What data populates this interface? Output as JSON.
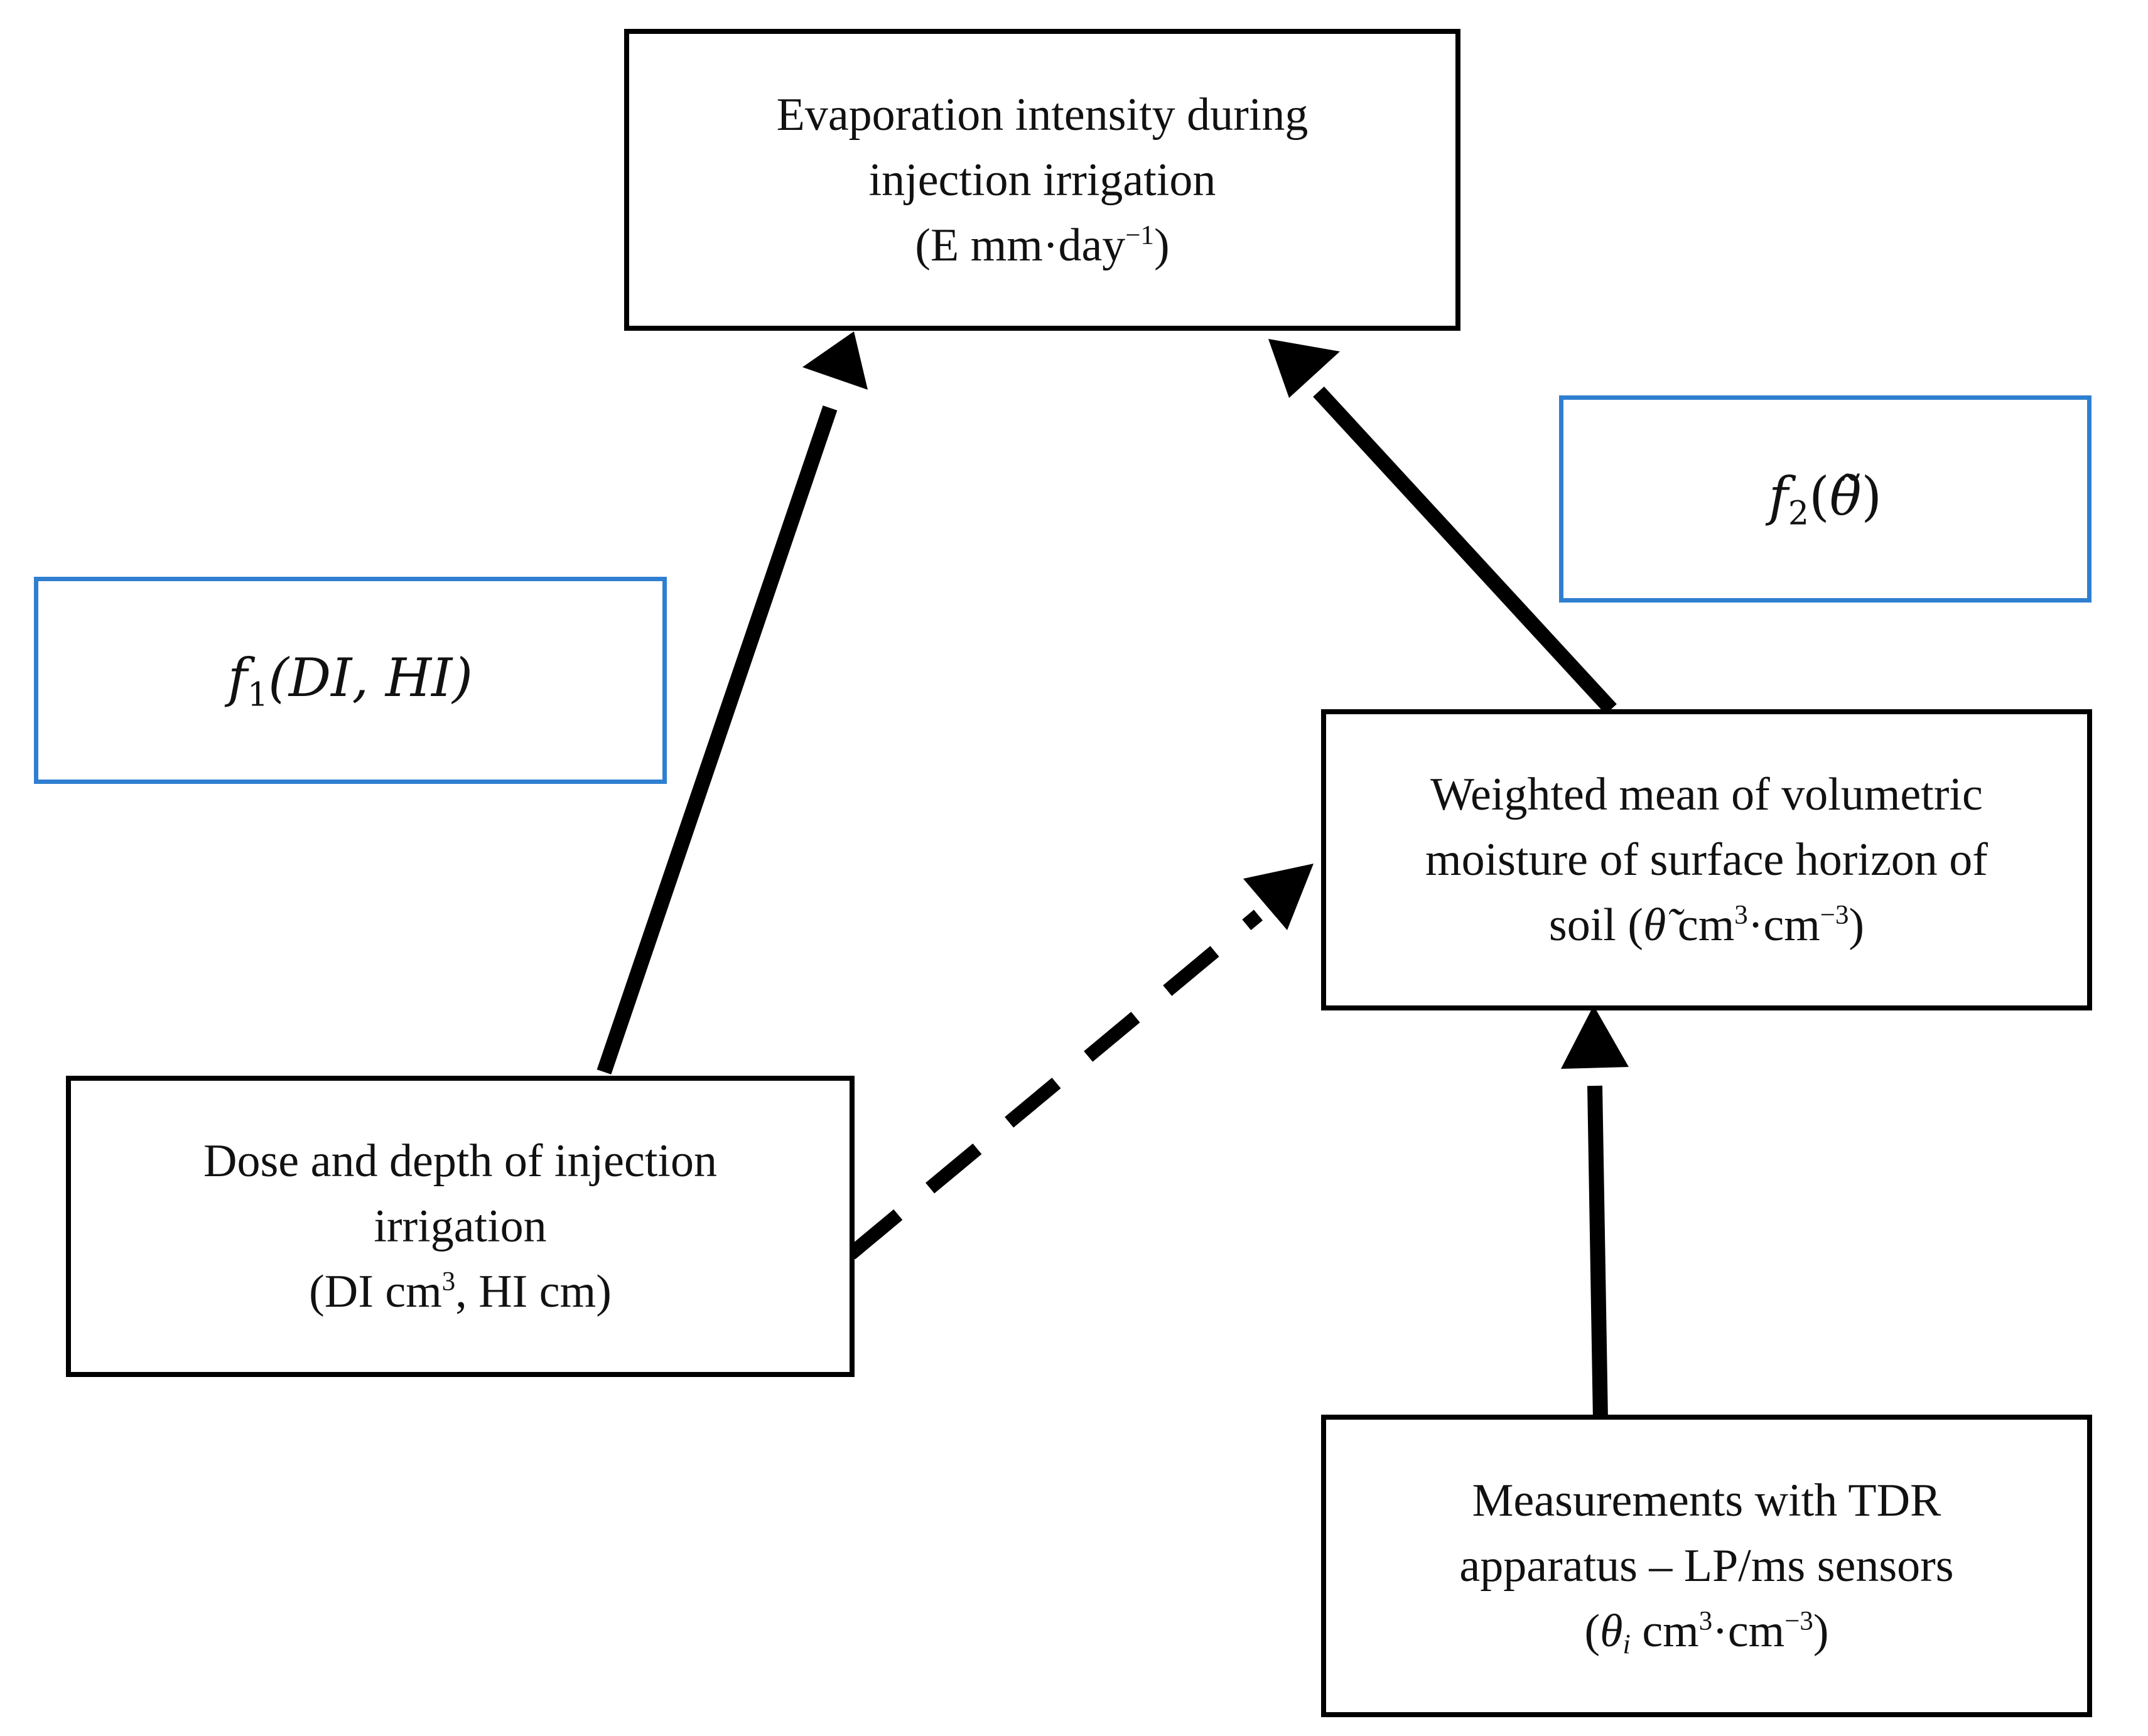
{
  "nodes": {
    "evaporation": {
      "line1": "Evaporation intensity during",
      "line2": "injection irrigation",
      "line3_pre": "(E mm·day",
      "line3_sup": "−1",
      "line3_post": ")"
    },
    "weighted_mean": {
      "line1": "Weighted mean of volumetric",
      "line2": "moisture of surface horizon of",
      "line3_pre": "soil (",
      "line3_sym": "θ̃",
      "line3_mid": " cm",
      "line3_sup1": "3",
      "line3_mid2": "·cm",
      "line3_sup2": "−3",
      "line3_post": ")"
    },
    "dose_depth": {
      "line1": "Dose and depth of injection",
      "line2": "irrigation",
      "line3_pre": "(DI cm",
      "line3_sup": "3",
      "line3_post": ", HI cm)"
    },
    "tdr": {
      "line1": "Measurements with TDR",
      "line2": "apparatus – LP/ms sensors",
      "line3_pre": "(",
      "line3_sym": "θ",
      "line3_sub": "i",
      "line3_mid": " cm",
      "line3_sup1": "3",
      "line3_mid2": "·cm",
      "line3_sup2": "−3",
      "line3_post": ")"
    }
  },
  "functions": {
    "f1": {
      "name": "f",
      "sub": "1",
      "args": "(DI, HI)"
    },
    "f2": {
      "name": "f",
      "sub": "2",
      "args_open": "(",
      "sym": "θ̃",
      "args_close": ")"
    }
  },
  "colors": {
    "node_border": "#000000",
    "function_border": "#2f7fd1",
    "arrow": "#000000"
  }
}
